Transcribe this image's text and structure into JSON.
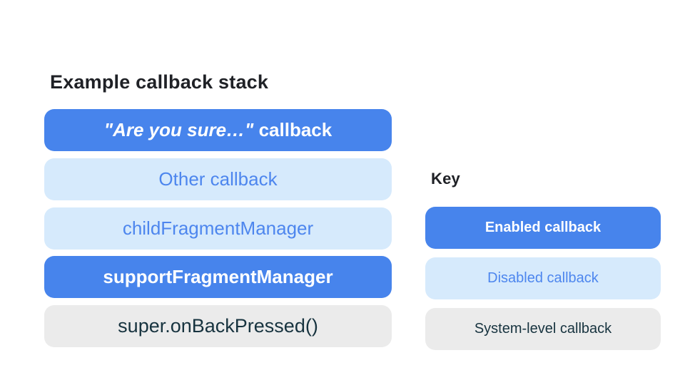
{
  "colors": {
    "enabled_bg": "#4784ec",
    "enabled_text": "#ffffff",
    "disabled_bg": "#d6eafc",
    "disabled_text": "#4d86ee",
    "system_bg": "#ebebeb",
    "system_text": "#17333f",
    "title_text": "#1f2126",
    "page_bg": "#ffffff"
  },
  "stack": {
    "title": "Example callback stack",
    "items": [
      {
        "label_italic": "\"Are you sure…\"",
        "label_rest": " callback",
        "type": "enabled"
      },
      {
        "label": "Other callback",
        "type": "disabled"
      },
      {
        "label": "childFragmentManager",
        "type": "disabled"
      },
      {
        "label": "supportFragmentManager",
        "type": "enabled"
      },
      {
        "label": "super.onBackPressed()",
        "type": "system"
      }
    ]
  },
  "key": {
    "title": "Key",
    "items": [
      {
        "label": "Enabled callback",
        "type": "enabled"
      },
      {
        "label": "Disabled callback",
        "type": "disabled"
      },
      {
        "label": "System-level callback",
        "type": "system"
      }
    ]
  }
}
